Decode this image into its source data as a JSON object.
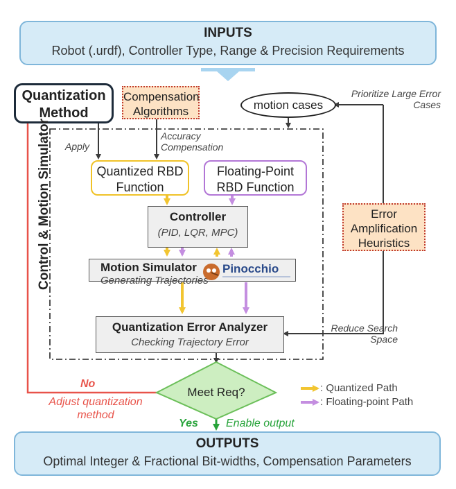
{
  "inputs": {
    "title": "INPUTS",
    "subtitle": "Robot (.urdf), Controller Type, Range & Precision Requirements"
  },
  "quantization_method": "Quantization Method",
  "compensation_algorithms": "Compensation Algorithms",
  "motion_cases": "motion cases",
  "prioritize_label": "Prioritize Large Error Cases",
  "apply_label": "Apply",
  "accuracy_label": "Accuracy Compensation",
  "quantized_rbd": "Quantized RBD Function",
  "floating_rbd": "Floating-Point RBD Function",
  "simulator_label": "Control & Motion Simulator",
  "controller": {
    "title": "Controller",
    "subtitle": "(PID, LQR, MPC)"
  },
  "motion_simulator": {
    "title": "Motion Simulator",
    "subtitle": "Generating Trajectories",
    "logo": "Pinocchio"
  },
  "error_heuristics": "Error Amplification Heuristics",
  "analyzer": {
    "title": "Quantization Error Analyzer",
    "subtitle": "Checking Trajectory Error"
  },
  "reduce_label": "Reduce Search Space",
  "decision": "Meet Req?",
  "no_label": "No",
  "adjust_label": "Adjust quantization method",
  "yes_label": "Yes",
  "enable_label": "Enable output",
  "legend": {
    "quantized": ": Quantized Path",
    "floating": ": Floating-point Path"
  },
  "outputs": {
    "title": "OUTPUTS",
    "subtitle": "Optimal Integer & Fractional Bit-widths, Compensation Parameters"
  },
  "colors": {
    "quantized_path": "#f2c531",
    "floating_path": "#c48ee0",
    "feedback": "#e8534a",
    "yes": "#27a33a",
    "banner_fill": "#d6ebf7",
    "decision_fill": "#cdeec1"
  }
}
